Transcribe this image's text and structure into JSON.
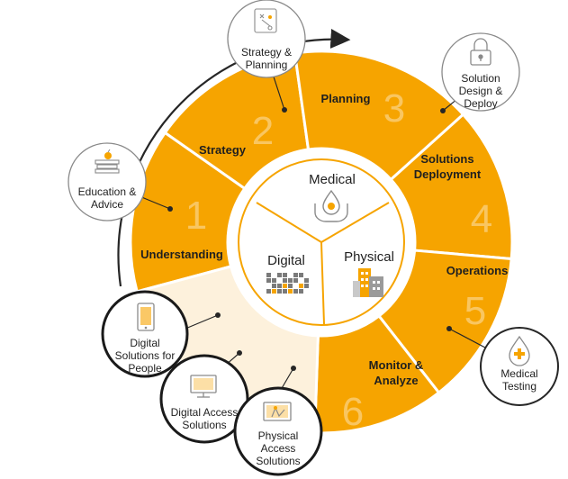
{
  "colors": {
    "orange": "#f6a400",
    "pale": "#fdf1dc",
    "ring": "#262626",
    "white": "#ffffff",
    "icon_grey": "#8a8a8a"
  },
  "segments": [
    {
      "number": "1",
      "name": "Understanding"
    },
    {
      "number": "2",
      "name": "Strategy"
    },
    {
      "number": "3",
      "name": "Planning"
    },
    {
      "number": "4",
      "name": "Solutions Deployment"
    },
    {
      "number": "5",
      "name": "Operations"
    },
    {
      "number": "6",
      "name": "Monitor & Analyze"
    }
  ],
  "core": {
    "medical": "Medical",
    "digital": "Digital",
    "physical": "Physical"
  },
  "nodes": {
    "strategy_planning": {
      "label": "Strategy & Planning",
      "icon": "flowchart-icon"
    },
    "solution_design": {
      "label": "Solution Design & Deploy",
      "icon": "lock-icon"
    },
    "education_advice": {
      "label": "Education & Advice",
      "icon": "books-apple-icon"
    },
    "medical_testing": {
      "label": "Medical Testing",
      "icon": "medical-drop-icon"
    },
    "digital_people": {
      "label": "Digital Solutions for People",
      "icon": "smartphone-icon"
    },
    "digital_access": {
      "label": "Digital Access Solutions",
      "icon": "monitor-icon"
    },
    "physical_access": {
      "label": "Physical Access Solutions",
      "icon": "touch-screen-icon"
    }
  }
}
